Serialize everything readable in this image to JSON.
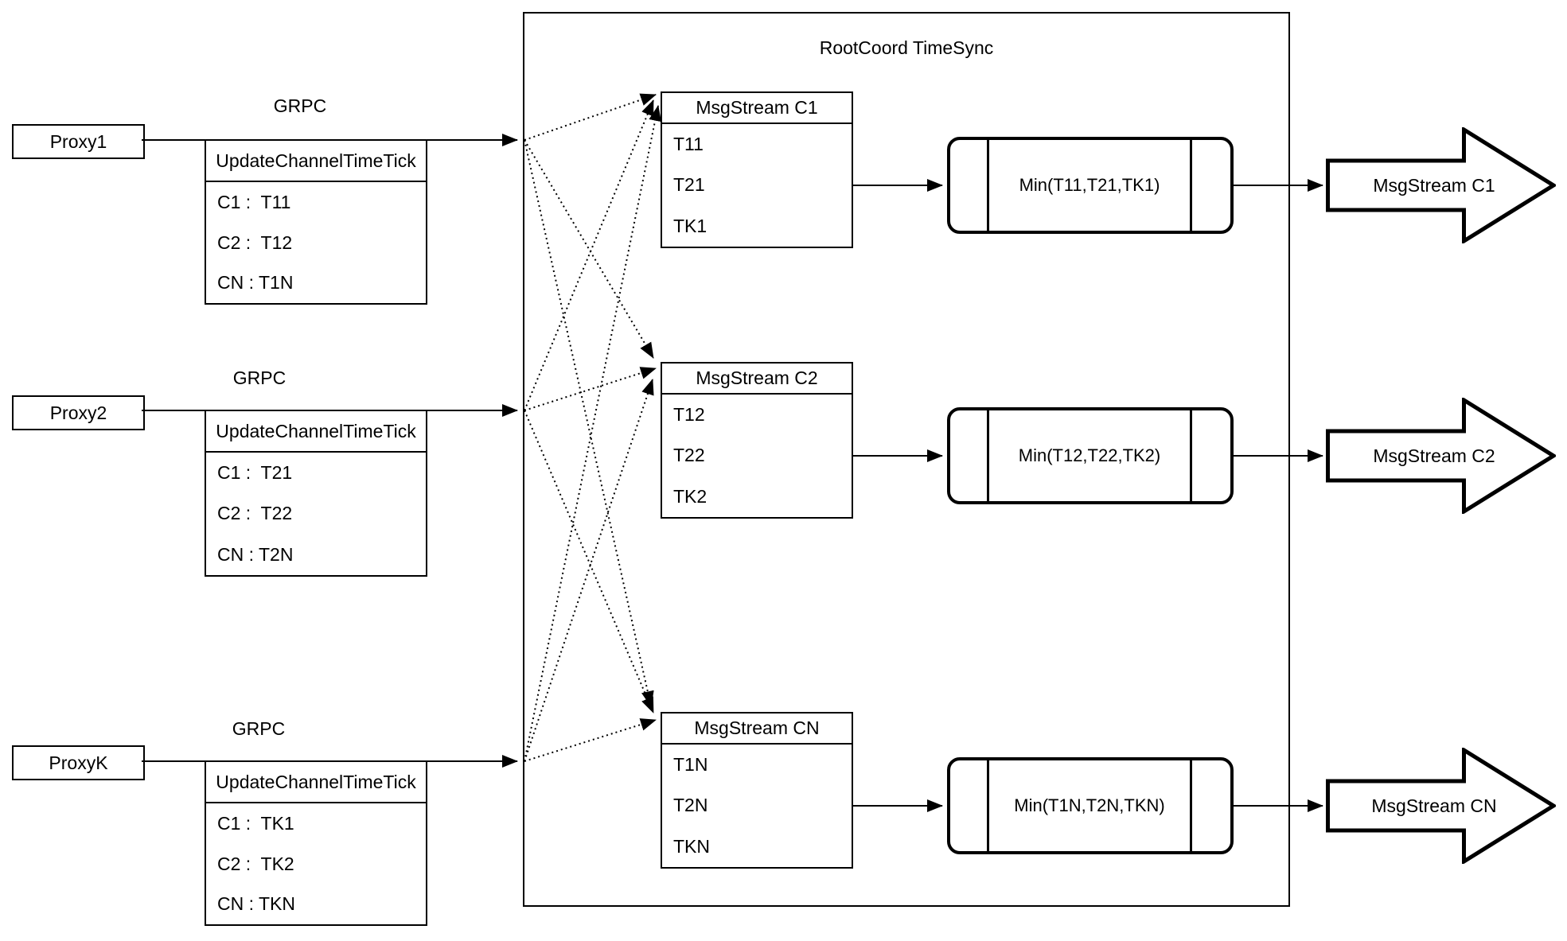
{
  "diagram": {
    "title": "RootCoord TimeSync",
    "grpc_label": "GRPC",
    "proxies": [
      {
        "name": "Proxy1",
        "table_header": "UpdateChannelTimeTick",
        "rows": [
          "C1 :  T11",
          "C2 :  T12",
          "CN : T1N"
        ]
      },
      {
        "name": "Proxy2",
        "table_header": "UpdateChannelTimeTick",
        "rows": [
          "C1 :  T21",
          "C2 :  T22",
          "CN : T2N"
        ]
      },
      {
        "name": "ProxyK",
        "table_header": "UpdateChannelTimeTick",
        "rows": [
          "C1 :  TK1",
          "C2 :  TK2",
          "CN : TKN"
        ]
      }
    ],
    "streams": [
      {
        "header": "MsgStream C1",
        "rows": [
          "T11",
          "T21",
          "TK1"
        ],
        "min_label": "Min(T11,T21,TK1)",
        "output_label": "MsgStream C1"
      },
      {
        "header": "MsgStream C2",
        "rows": [
          "T12",
          "T22",
          "TK2"
        ],
        "min_label": "Min(T12,T22,TK2)",
        "output_label": "MsgStream C2"
      },
      {
        "header": "MsgStream CN",
        "rows": [
          "T1N",
          "T2N",
          "TKN"
        ],
        "min_label": "Min(T1N,T2N,TKN)",
        "output_label": "MsgStream CN"
      }
    ],
    "colors": {
      "stroke": "#000000",
      "background": "#ffffff"
    }
  }
}
